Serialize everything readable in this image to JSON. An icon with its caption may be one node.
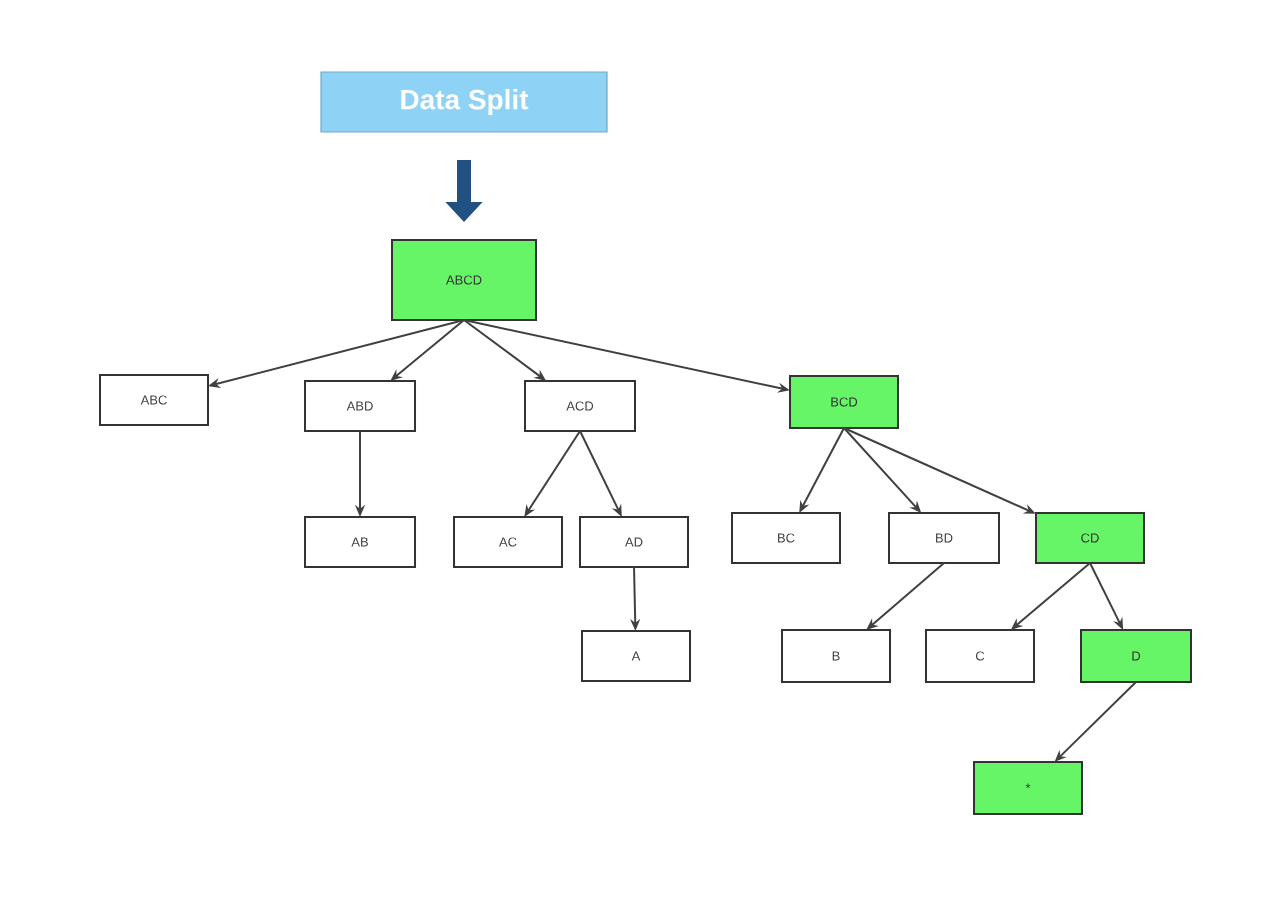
{
  "diagram": {
    "nodes": [
      {
        "text": [
          "Data Split"
        ]
      },
      {
        "text": [
          "ABCD"
        ]
      },
      {
        "text": [
          "ABC"
        ]
      },
      {
        "text": [
          "ABD"
        ]
      },
      {
        "text": [
          "ACD"
        ]
      },
      {
        "text": [
          "BCD"
        ]
      },
      {
        "text": [
          "AB"
        ]
      },
      {
        "text": [
          "AC"
        ]
      },
      {
        "text": [
          "AD"
        ]
      },
      {
        "text": [
          "BC"
        ]
      },
      {
        "text": [
          "BD"
        ]
      },
      {
        "text": [
          "CD"
        ]
      },
      {
        "text": [
          "A"
        ]
      },
      {
        "text": [
          "B"
        ]
      },
      {
        "text": [
          "C"
        ]
      },
      {
        "text": [
          "D"
        ]
      },
      {
        "text": [
          "*"
        ]
      }
    ],
    "edges": [
      {
        "from": 0,
        "to": 1,
        "arrow": "to",
        "style": "thick",
        "color": "#215082"
      },
      {
        "from": 1,
        "to": 2,
        "arrow": "to"
      },
      {
        "from": 1,
        "to": 3,
        "arrow": "to"
      },
      {
        "from": 1,
        "to": 4,
        "arrow": "to"
      },
      {
        "from": 1,
        "to": 5,
        "arrow": "to"
      },
      {
        "from": 3,
        "to": 6,
        "arrow": "to"
      },
      {
        "from": 4,
        "to": 7,
        "arrow": "to"
      },
      {
        "from": 4,
        "to": 8,
        "arrow": "to"
      },
      {
        "from": 8,
        "to": 12,
        "arrow": "to"
      },
      {
        "from": 5,
        "to": 9,
        "arrow": "to"
      },
      {
        "from": 5,
        "to": 10,
        "arrow": "to"
      },
      {
        "from": 5,
        "to": 11,
        "arrow": "to"
      },
      {
        "from": 10,
        "to": 13,
        "arrow": "to"
      },
      {
        "from": 11,
        "to": 14,
        "arrow": "to"
      },
      {
        "from": 11,
        "to": 15,
        "arrow": "to"
      },
      {
        "from": 15,
        "to": 16,
        "arrow": "to"
      }
    ]
  }
}
